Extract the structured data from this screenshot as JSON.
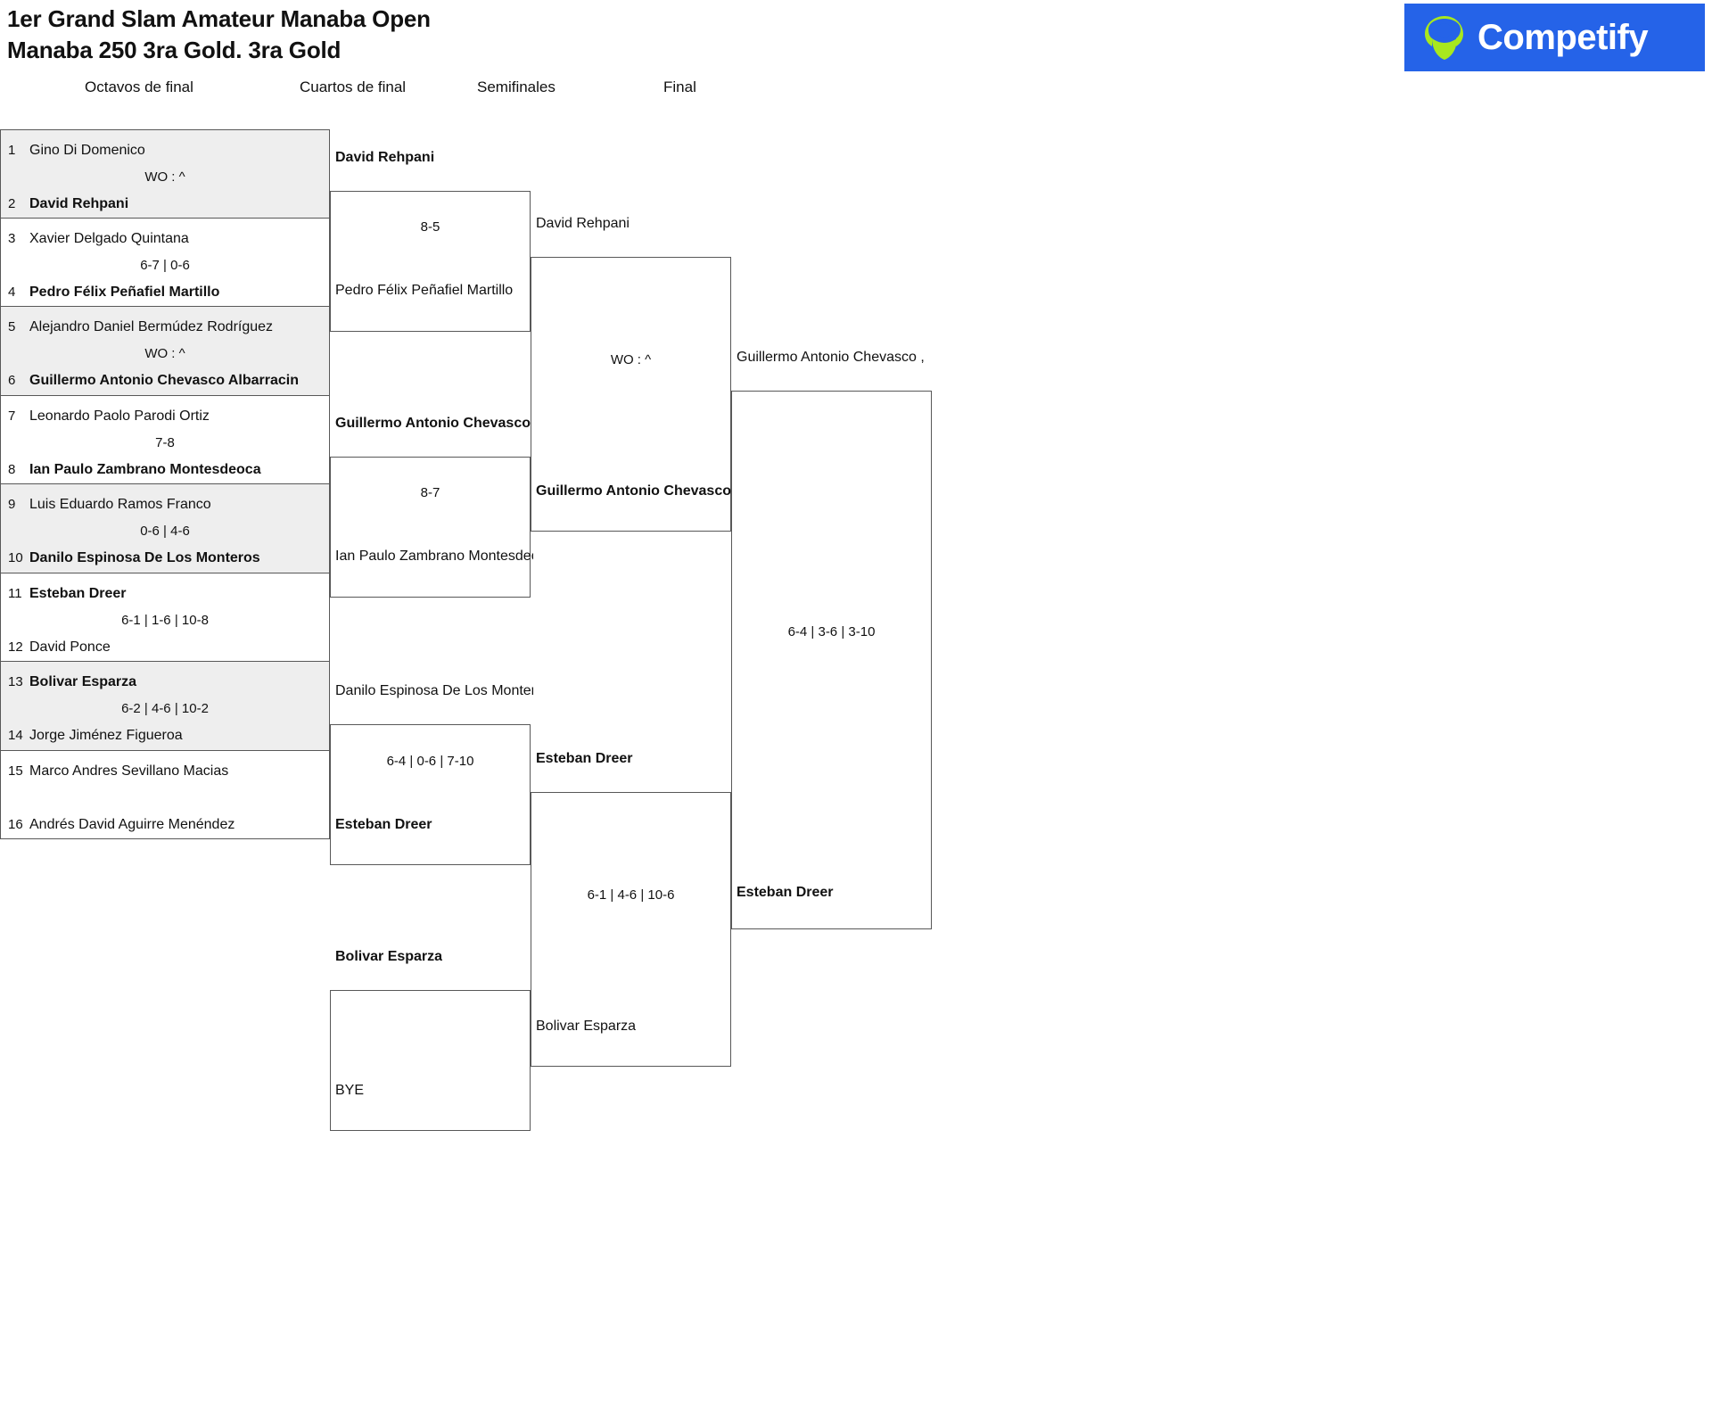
{
  "header": {
    "title": "1er Grand Slam Amateur Manaba Open\nManaba 250 3ra Gold. 3ra Gold",
    "brand": "Competify"
  },
  "rounds": [
    {
      "key": "octavos",
      "label": "Octavos de final"
    },
    {
      "key": "cuartos",
      "label": "Cuartos de final"
    },
    {
      "key": "semis",
      "label": "Semifinales"
    },
    {
      "key": "final",
      "label": "Final"
    }
  ],
  "round_of_16": [
    {
      "top_seed": "1",
      "top_name": "Gino Di Domenico",
      "top_winner": false,
      "bot_seed": "2",
      "bot_name": "David Rehpani",
      "bot_winner": true,
      "score": "WO : ^"
    },
    {
      "top_seed": "3",
      "top_name": "Xavier Delgado Quintana",
      "top_winner": false,
      "bot_seed": "4",
      "bot_name": "Pedro Félix Peñafiel Martillo",
      "bot_winner": true,
      "score": "6-7 | 0-6"
    },
    {
      "top_seed": "5",
      "top_name": "Alejandro Daniel Bermúdez Rodríguez",
      "top_winner": false,
      "bot_seed": "6",
      "bot_name": "Guillermo Antonio Chevasco Albarracin",
      "bot_winner": true,
      "score": "WO : ^"
    },
    {
      "top_seed": "7",
      "top_name": "Leonardo Paolo Parodi Ortiz",
      "top_winner": false,
      "bot_seed": "8",
      "bot_name": "Ian Paulo Zambrano Montesdeoca",
      "bot_winner": true,
      "score": "7-8"
    },
    {
      "top_seed": "9",
      "top_name": "Luis Eduardo Ramos Franco",
      "top_winner": false,
      "bot_seed": "10",
      "bot_name": "Danilo Espinosa De Los Monteros",
      "bot_winner": true,
      "score": "0-6 | 4-6"
    },
    {
      "top_seed": "11",
      "top_name": "Esteban Dreer",
      "top_winner": true,
      "bot_seed": "12",
      "bot_name": "David Ponce",
      "bot_winner": false,
      "score": "6-1 | 1-6 | 10-8"
    },
    {
      "top_seed": "13",
      "top_name": "Bolivar Esparza",
      "top_winner": true,
      "bot_seed": "14",
      "bot_name": "Jorge Jiménez Figueroa",
      "bot_winner": false,
      "score": "6-2 | 4-6 | 10-2"
    },
    {
      "top_seed": "15",
      "top_name": "Marco Andres Sevillano Macias",
      "top_winner": false,
      "bot_seed": "16",
      "bot_name": "Andrés David Aguirre Menéndez",
      "bot_winner": false,
      "score": ""
    }
  ],
  "quarterfinals": [
    {
      "top_name": "David Rehpani",
      "top_winner": true,
      "bot_name": "Pedro Félix Peñafiel Martillo",
      "bot_winner": false,
      "score": "8-5"
    },
    {
      "top_name": "Guillermo Antonio Chevasco ,",
      "top_winner": true,
      "bot_name": "Ian Paulo Zambrano Montesdeoca",
      "bot_winner": false,
      "score": "8-7"
    },
    {
      "top_name": "Danilo Espinosa De Los Monteros",
      "top_winner": false,
      "bot_name": "Esteban Dreer",
      "bot_winner": true,
      "score": "6-4 | 0-6 | 7-10"
    },
    {
      "top_name": "Bolivar Esparza",
      "top_winner": true,
      "bot_name": "BYE",
      "bot_winner": false,
      "score": ""
    }
  ],
  "semifinals": [
    {
      "top_name": "David Rehpani",
      "top_winner": false,
      "bot_name": "Guillermo Antonio Chevasco ,",
      "bot_winner": true,
      "score": "WO : ^"
    },
    {
      "top_name": "Esteban Dreer",
      "top_winner": true,
      "bot_name": "Bolivar Esparza",
      "bot_winner": false,
      "score": "6-1 | 4-6 | 10-6"
    }
  ],
  "final_round": {
    "top_name": "Guillermo Antonio Chevasco ,",
    "top_winner": false,
    "bot_name": "Esteban Dreer",
    "bot_winner": true,
    "score": "6-4 | 3-6 | 3-10"
  },
  "colors": {
    "brand_blue": "#2563e8",
    "brand_green": "#a8e81e",
    "row_shade": "#eeeeee",
    "line": "#585858"
  }
}
